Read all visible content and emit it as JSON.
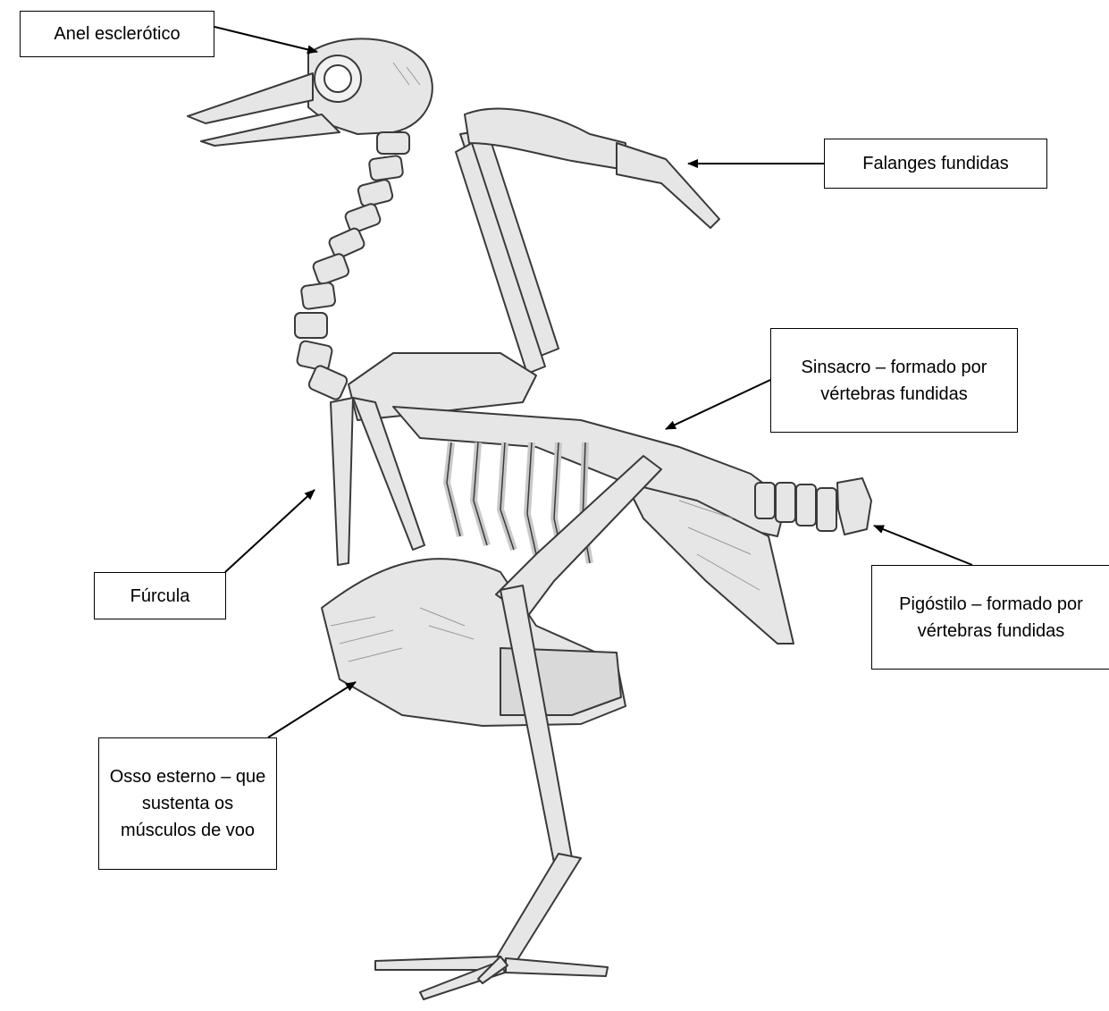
{
  "colors": {
    "bone_fill": "#e4e4e4",
    "bone_stroke": "#3a3a3a",
    "shade": "#9a9a9a",
    "box_border": "#000000",
    "background": "#ffffff"
  },
  "labels": {
    "anel": "Anel esclerótico",
    "falanges": "Falanges fundidas",
    "sinsacro": "Sinsacro – formado por vértebras fundidas",
    "furcula": "Fúrcula",
    "pigostilo": "Pigóstilo – formado por vértebras fundidas",
    "esterno": "Osso esterno – que sustenta os músculos de voo"
  }
}
